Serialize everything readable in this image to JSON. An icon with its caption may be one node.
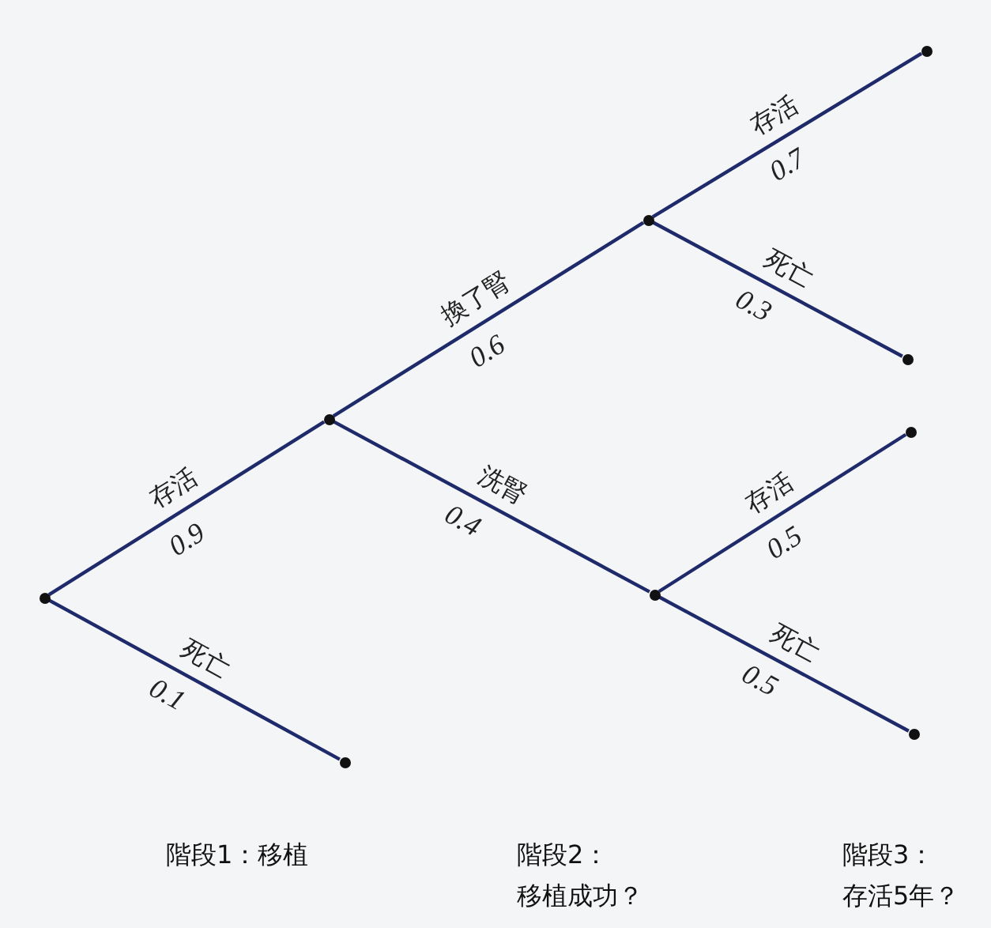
{
  "diagram": {
    "nodes": [
      {
        "text": [],
        "shape": "circle"
      },
      {
        "text": [],
        "shape": "circle"
      },
      {
        "text": [],
        "shape": "circle"
      },
      {
        "text": [],
        "shape": "circle"
      },
      {
        "text": [],
        "shape": "circle"
      },
      {
        "text": [],
        "shape": "circle"
      },
      {
        "text": [],
        "shape": "circle"
      },
      {
        "text": [],
        "shape": "circle"
      },
      {
        "text": [],
        "shape": "circle"
      }
    ],
    "edges": [
      {
        "from": 0,
        "to": 1,
        "arrow": "none",
        "label": "存活"
      },
      {
        "from": 0,
        "to": 2,
        "arrow": "none",
        "label": "死亡"
      },
      {
        "from": 1,
        "to": 3,
        "arrow": "none",
        "label": "換了腎"
      },
      {
        "from": 1,
        "to": 4,
        "arrow": "none",
        "label": "洗腎"
      },
      {
        "from": 3,
        "to": 5,
        "arrow": "none",
        "label": "存活"
      },
      {
        "from": 3,
        "to": 6,
        "arrow": "none",
        "label": "死亡"
      },
      {
        "from": 4,
        "to": 7,
        "arrow": "none",
        "label": "存活"
      },
      {
        "from": 4,
        "to": 8,
        "arrow": "none",
        "label": "死亡"
      }
    ],
    "labels": [
      "0.9",
      "0.1",
      "0.6",
      "0.4",
      "0.7",
      "0.3",
      "0.5",
      "0.5",
      "階段1：移植",
      "階段2：移植成功？",
      "階段3：存活5年？"
    ]
  }
}
